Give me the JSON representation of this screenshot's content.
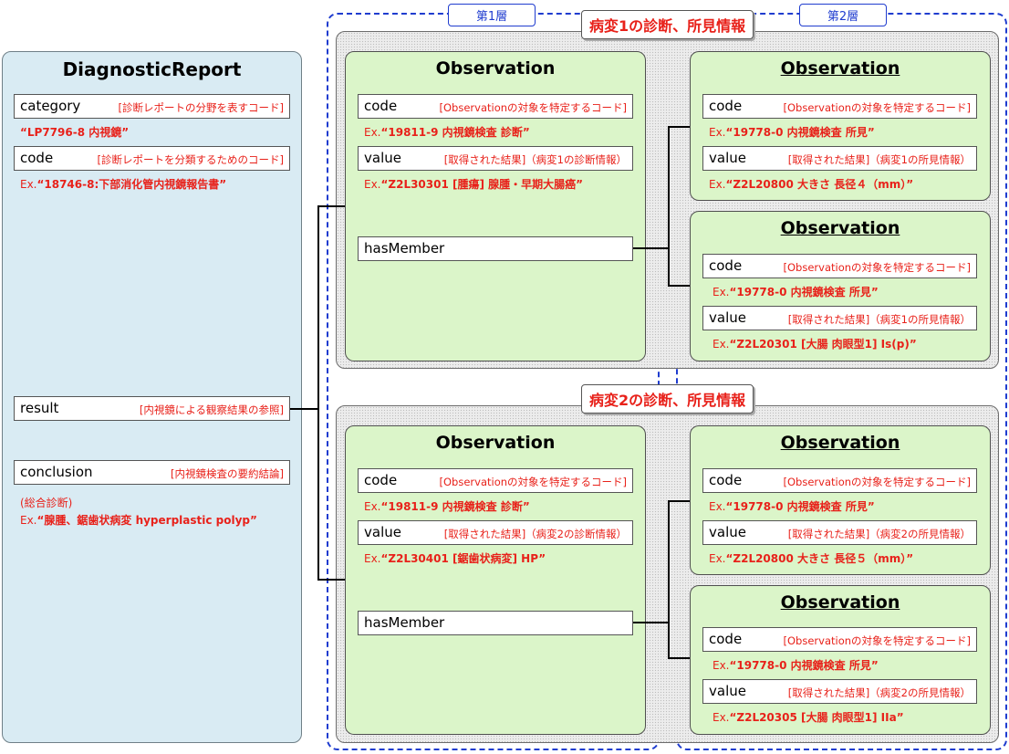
{
  "layers": {
    "first": "第1層",
    "second": "第2層"
  },
  "report": {
    "title": "DiagnosticReport",
    "category": {
      "name": "category",
      "desc": "[診断レポートの分野を表すコード]",
      "ex": "“LP7796-8  内視鏡”"
    },
    "code": {
      "name": "code",
      "desc": "[診断レポートを分類するためのコード]",
      "ex_prefix": "Ex.",
      "ex": "“18746-8:下部消化管内視鏡報告書”"
    },
    "result": {
      "name": "result",
      "desc": "[内視鏡による観察結果の参照]"
    },
    "conclusion": {
      "name": "conclusion",
      "desc": "[内視鏡検査の要約結論]",
      "note": "(総合診断)",
      "ex_prefix": "Ex.",
      "ex": "“腺腫、鋸歯状病変  hyperplastic polyp”"
    }
  },
  "groups": [
    {
      "label": "病変1の診断、所見情報",
      "main": {
        "title": "Observation",
        "code_name": "code",
        "code_desc": "[Observationの対象を特定するコード]",
        "code_ex_prefix": "Ex.",
        "code_ex": "“19811-9  内視鏡検査  診断”",
        "value_name": "value",
        "value_desc": "[取得された結果]（病変1の診断情報）",
        "value_ex_prefix": "Ex.",
        "value_ex": "“Z2L30301  [腫瘍] 腺腫・早期大腸癌”",
        "member_name": "hasMember"
      },
      "members": [
        {
          "title": "Observation",
          "code_name": "code",
          "code_desc": "[Observationの対象を特定するコード]",
          "code_ex_prefix": "Ex.",
          "code_ex": "“19778-0  内視鏡検査  所見”",
          "value_name": "value",
          "value_desc": "[取得された結果]（病変1の所見情報）",
          "value_ex_prefix": "Ex.",
          "value_ex": "“Z2L20800  大きさ  長径４（mm）”"
        },
        {
          "title": "Observation",
          "code_name": "code",
          "code_desc": "[Observationの対象を特定するコード]",
          "code_ex_prefix": "Ex.",
          "code_ex": "“19778-0  内視鏡検査  所見”",
          "value_name": "value",
          "value_desc": "[取得された結果]（病変1の所見情報）",
          "value_ex_prefix": "Ex.",
          "value_ex": "“Z2L20301  [大腸 肉眼型1]  Is(p)”"
        }
      ]
    },
    {
      "label": "病変2の診断、所見情報",
      "main": {
        "title": "Observation",
        "code_name": "code",
        "code_desc": "[Observationの対象を特定するコード]",
        "code_ex_prefix": "Ex.",
        "code_ex": "“19811-9  内視鏡検査  診断”",
        "value_name": "value",
        "value_desc": "[取得された結果]（病変2の診断情報）",
        "value_ex_prefix": "Ex.",
        "value_ex": "“Z2L30401  [鋸歯状病変]  HP”",
        "member_name": "hasMember"
      },
      "members": [
        {
          "title": "Observation",
          "code_name": "code",
          "code_desc": "[Observationの対象を特定するコード]",
          "code_ex_prefix": "Ex.",
          "code_ex": "“19778-0  内視鏡検査  所見”",
          "value_name": "value",
          "value_desc": "[取得された結果]（病変2の所見情報）",
          "value_ex_prefix": "Ex.",
          "value_ex": "“Z2L20800  大きさ  長径５（mm）”"
        },
        {
          "title": "Observation",
          "code_name": "code",
          "code_desc": "[Observationの対象を特定するコード]",
          "code_ex_prefix": "Ex.",
          "code_ex": "“19778-0  内視鏡検査  所見”",
          "value_name": "value",
          "value_desc": "[取得された結果]（病変2の所見情報）",
          "value_ex_prefix": "Ex.",
          "value_ex": "“Z2L20305  [大腸 肉眼型1]  IIa”"
        }
      ]
    }
  ]
}
